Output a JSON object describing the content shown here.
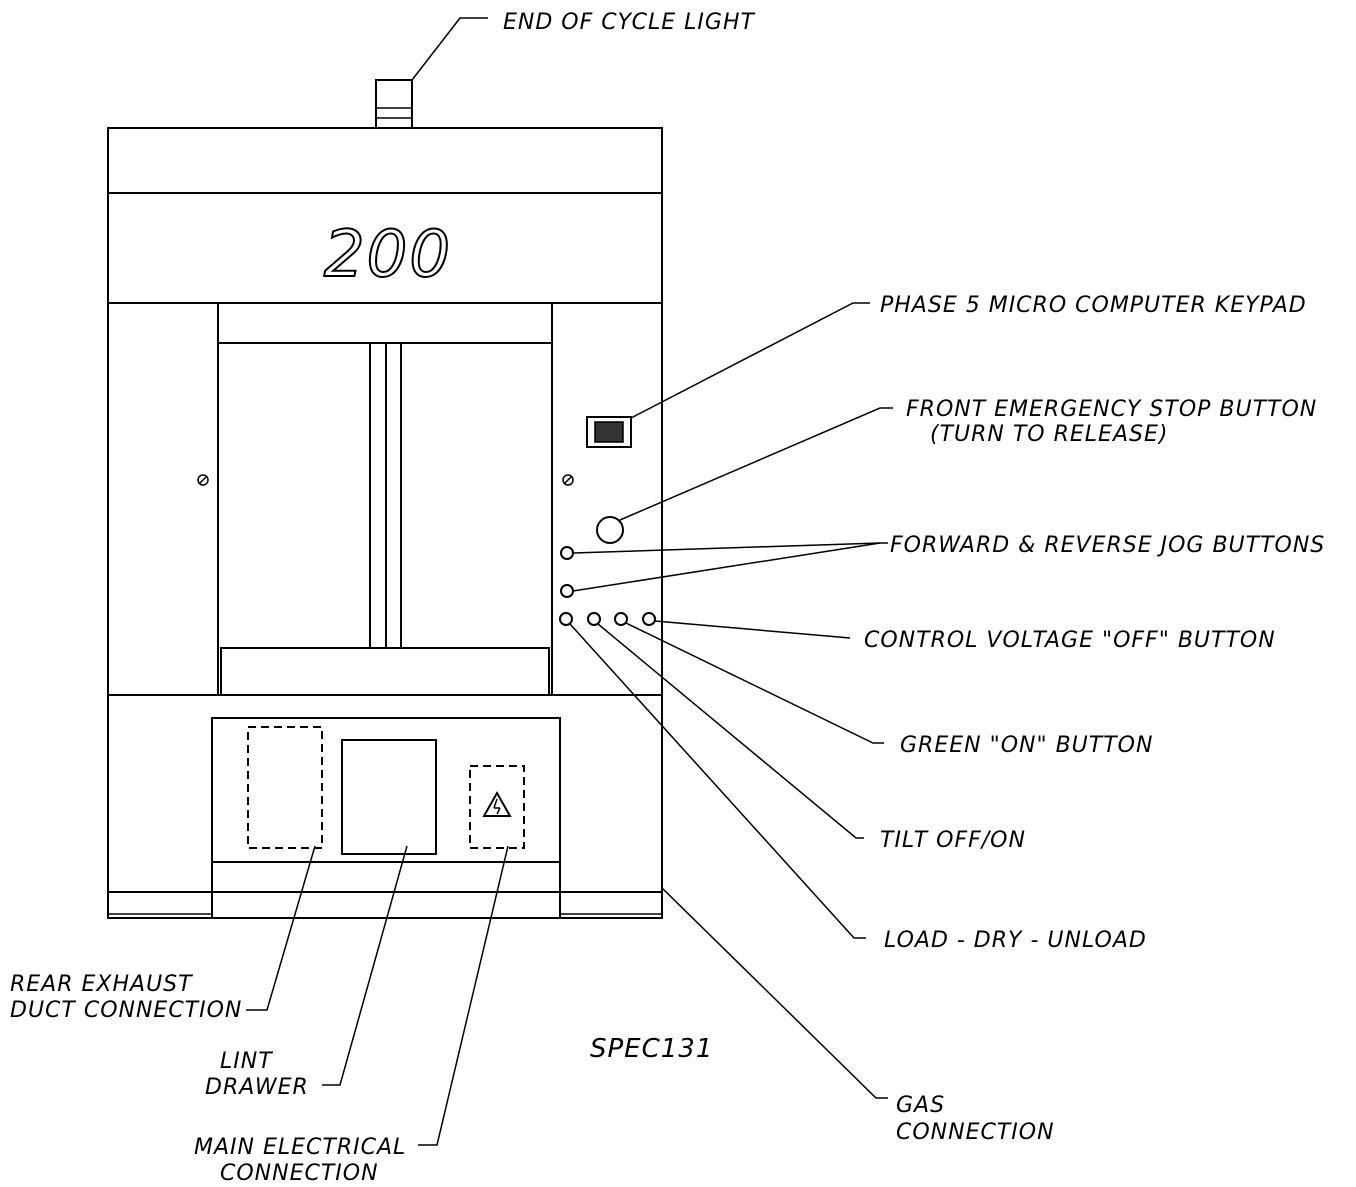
{
  "model_number": "200",
  "drawing_id": "SPEC131",
  "callouts": {
    "end_of_cycle_light": [
      "END OF CYCLE LIGHT"
    ],
    "keypad": [
      "PHASE 5 MICRO COMPUTER KEYPAD"
    ],
    "emergency_stop": [
      "FRONT EMERGENCY STOP BUTTON",
      "(TURN TO RELEASE)"
    ],
    "jog_buttons": [
      "FORWARD & REVERSE JOG BUTTONS"
    ],
    "control_voltage_off": [
      "CONTROL VOLTAGE \"OFF\" BUTTON"
    ],
    "green_on": [
      "GREEN \"ON\" BUTTON"
    ],
    "tilt": [
      "TILT OFF/ON"
    ],
    "load_dry_unload": [
      "LOAD - DRY - UNLOAD"
    ],
    "gas_connection": [
      "GAS",
      "CONNECTION"
    ],
    "rear_exhaust": [
      "REAR EXHAUST",
      "DUCT CONNECTION"
    ],
    "lint_drawer": [
      "LINT",
      "DRAWER"
    ],
    "main_electrical": [
      "MAIN ELECTRICAL",
      "CONNECTION"
    ]
  }
}
